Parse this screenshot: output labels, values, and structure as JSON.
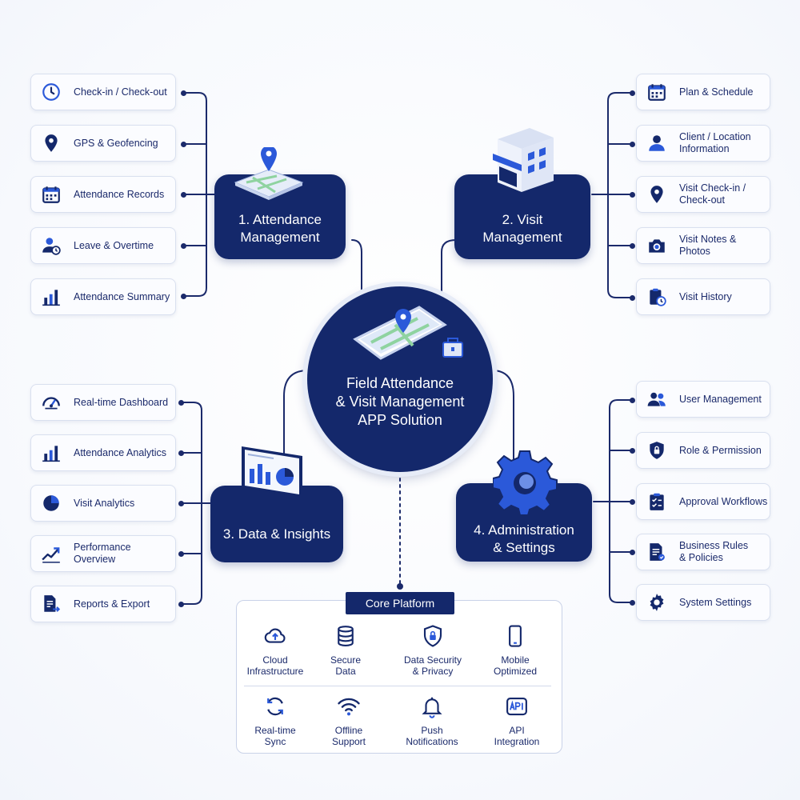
{
  "hub": {
    "title": "Field Attendance\n& Visit Management\nAPP Solution"
  },
  "modules": [
    {
      "title": "1. Attendance\nManagement"
    },
    {
      "title": "2. Visit\nManagement"
    },
    {
      "title": "3. Data & Insights"
    },
    {
      "title": "4. Administration\n& Settings"
    }
  ],
  "attendance_items": [
    {
      "label": "Check-in / Check-out",
      "icon": "clock-icon"
    },
    {
      "label": "GPS & Geofencing",
      "icon": "location-pin-icon"
    },
    {
      "label": "Attendance Records",
      "icon": "calendar-icon"
    },
    {
      "label": "Leave & Overtime",
      "icon": "user-clock-icon"
    },
    {
      "label": "Attendance Summary",
      "icon": "bar-chart-icon"
    }
  ],
  "visit_items": [
    {
      "label": "Plan & Schedule",
      "icon": "calendar-icon"
    },
    {
      "label": "Client / Location\nInformation",
      "icon": "user-icon"
    },
    {
      "label": "Visit Check-in /\nCheck-out",
      "icon": "location-pin-icon"
    },
    {
      "label": "Visit Notes &\nPhotos",
      "icon": "camera-icon"
    },
    {
      "label": "Visit History",
      "icon": "clipboard-clock-icon"
    }
  ],
  "insights_items": [
    {
      "label": "Real-time Dashboard",
      "icon": "gauge-icon"
    },
    {
      "label": "Attendance Analytics",
      "icon": "bar-chart-icon"
    },
    {
      "label": "Visit Analytics",
      "icon": "pie-chart-icon"
    },
    {
      "label": "Performance Overview",
      "icon": "trend-line-icon"
    },
    {
      "label": "Reports & Export",
      "icon": "document-export-icon"
    }
  ],
  "admin_items": [
    {
      "label": "User Management",
      "icon": "users-icon"
    },
    {
      "label": "Role & Permission",
      "icon": "shield-lock-icon"
    },
    {
      "label": "Approval Workflows",
      "icon": "clipboard-check-icon"
    },
    {
      "label": "Business Rules\n& Policies",
      "icon": "document-rules-icon"
    },
    {
      "label": "System Settings",
      "icon": "gear-icon"
    }
  ],
  "core": {
    "title": "Core Platform",
    "items": [
      {
        "label": "Cloud\nInfrastructure",
        "icon": "cloud-upload-icon"
      },
      {
        "label": "Secure\nData",
        "icon": "database-icon"
      },
      {
        "label": "Data Security\n& Privacy",
        "icon": "shield-lock-icon"
      },
      {
        "label": "Mobile\nOptimized",
        "icon": "smartphone-icon"
      },
      {
        "label": "Real-time\nSync",
        "icon": "sync-icon"
      },
      {
        "label": "Offline\nSupport",
        "icon": "wifi-icon"
      },
      {
        "label": "Push\nNotifications",
        "icon": "bell-icon"
      },
      {
        "label": "API\nIntegration",
        "icon": "api-icon"
      }
    ]
  },
  "colors": {
    "navy": "#14286b",
    "accent": "#2b59d9",
    "light": "#e7ecf7"
  }
}
